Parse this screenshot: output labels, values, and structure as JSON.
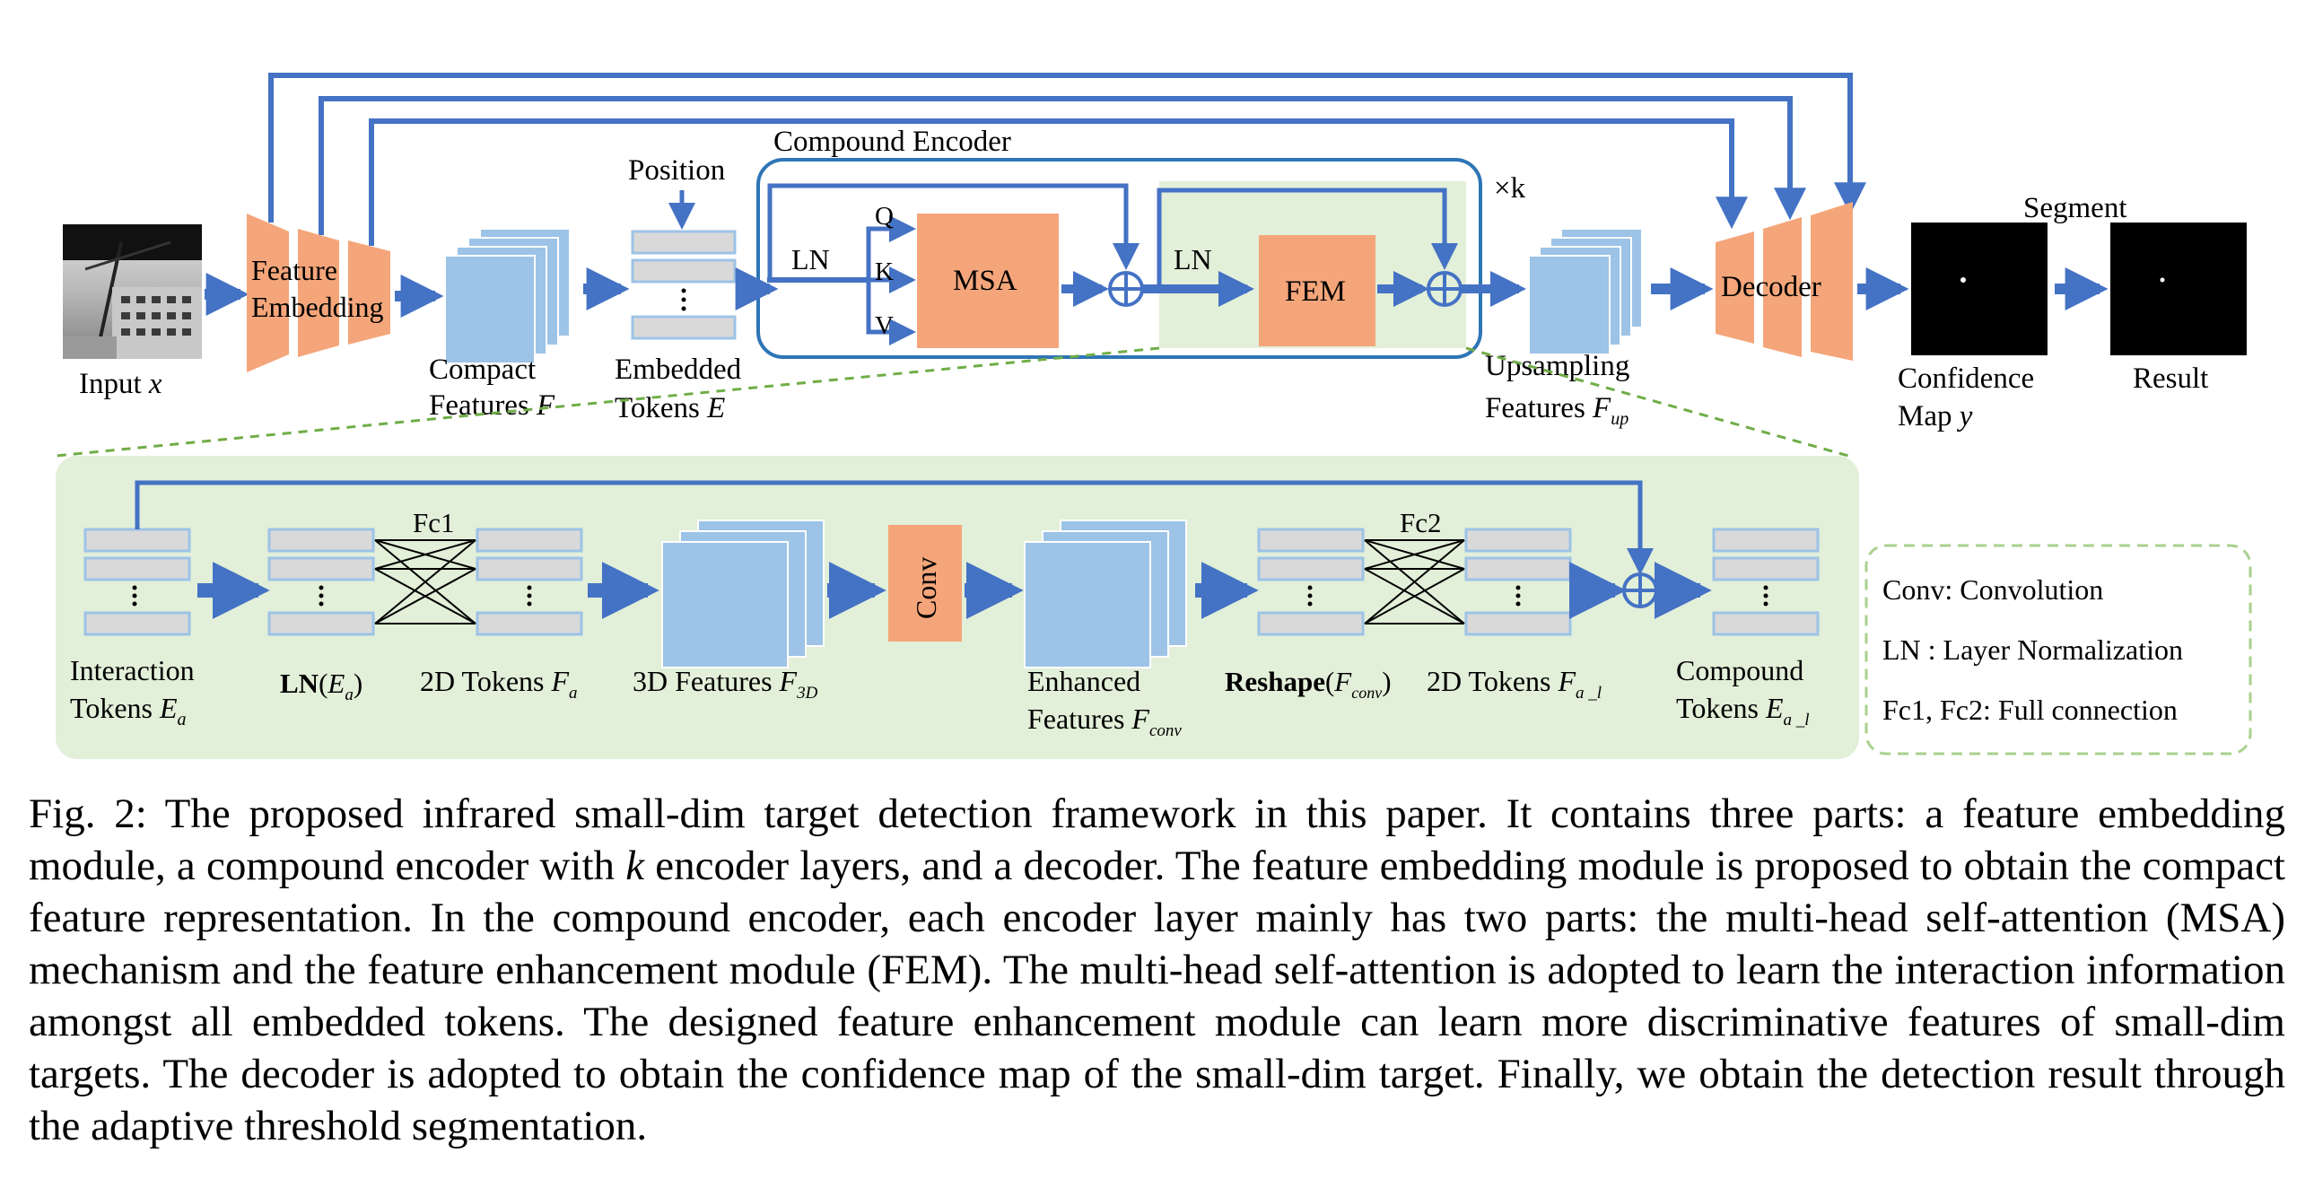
{
  "labels": {
    "compound_encoder": "Compound Encoder",
    "times_k": "×k",
    "position": "Position",
    "q": "Q",
    "k": "K",
    "v": "V",
    "ln": "LN",
    "msa": "MSA",
    "fem": "FEM",
    "feature_embedding_1": "Feature",
    "feature_embedding_2": "Embedding",
    "decoder": "Decoder",
    "segment": "Segment",
    "input": "Input",
    "input_sym": "x",
    "compact_1": "Compact",
    "compact_2": "Features",
    "compact_sym": "F",
    "embedded_1": "Embedded",
    "embedded_2": "Tokens",
    "embedded_sym": "E",
    "upsampling_1": "Upsampling",
    "upsampling_2": "Features",
    "upsampling_sym": "F",
    "upsampling_sub": "up",
    "confidence_1": "Confidence",
    "confidence_2": "Map",
    "confidence_sym": "y",
    "result": "Result",
    "fc1": "Fc1",
    "fc2": "Fc2",
    "conv": "Conv",
    "interaction_1": "Interaction",
    "interaction_2": "Tokens",
    "interaction_sym": "E",
    "interaction_sub": "a",
    "ln_ea_bold": "LN",
    "ln_ea_sym": "E",
    "ln_ea_sub": "a",
    "tokens2d_a": "2D Tokens",
    "tokens2d_a_sym": "F",
    "tokens2d_a_sub": "a",
    "features3d": "3D Features",
    "features3d_sym": "F",
    "features3d_sub": "3D",
    "enhanced_1": "Enhanced",
    "enhanced_2": "Features",
    "enhanced_sym": "F",
    "enhanced_sub": "conv",
    "reshape_bold": "Reshape",
    "reshape_sym": "F",
    "reshape_sub": "conv",
    "tokens2d_al": "2D Tokens",
    "tokens2d_al_sym": "F",
    "tokens2d_al_sub": "a _l",
    "compound_1": "Compound",
    "compound_2": "Tokens",
    "compound_sym": "E",
    "compound_sub": "a _l"
  },
  "legend": {
    "conv": "Conv:  Convolution",
    "ln": "LN :  Layer Normalization",
    "fc": "Fc1, Fc2:    Full connection"
  },
  "caption": {
    "part1": "Fig. 2: The proposed infrared small-dim target detection framework in this paper. It contains three parts: a feature embedding module, a compound encoder with ",
    "k": "k",
    "part2": " encoder layers, and a decoder. The feature embedding module is proposed to obtain the compact feature representation. In the compound encoder, each encoder layer mainly has two parts: the multi-head self-attention (MSA) mechanism and the feature enhancement module (FEM). The multi-head self-attention is adopted to learn the interaction information amongst all embedded tokens. The designed feature enhancement module can learn more discriminative features of small-dim targets. The decoder is adopted to obtain the confidence map of the small-dim target. Finally, we obtain the detection result through the adaptive threshold segmentation."
  },
  "colors": {
    "arrow": "#4472c4",
    "orange": "#f4a67a",
    "token_fill": "#d9d9d9",
    "token_stroke": "#9dc3e6",
    "square_fill": "#9dc3e6",
    "green_panel": "#e2efd9",
    "green_dash": "#70ad47",
    "encoder_box": "#2e75b6"
  }
}
